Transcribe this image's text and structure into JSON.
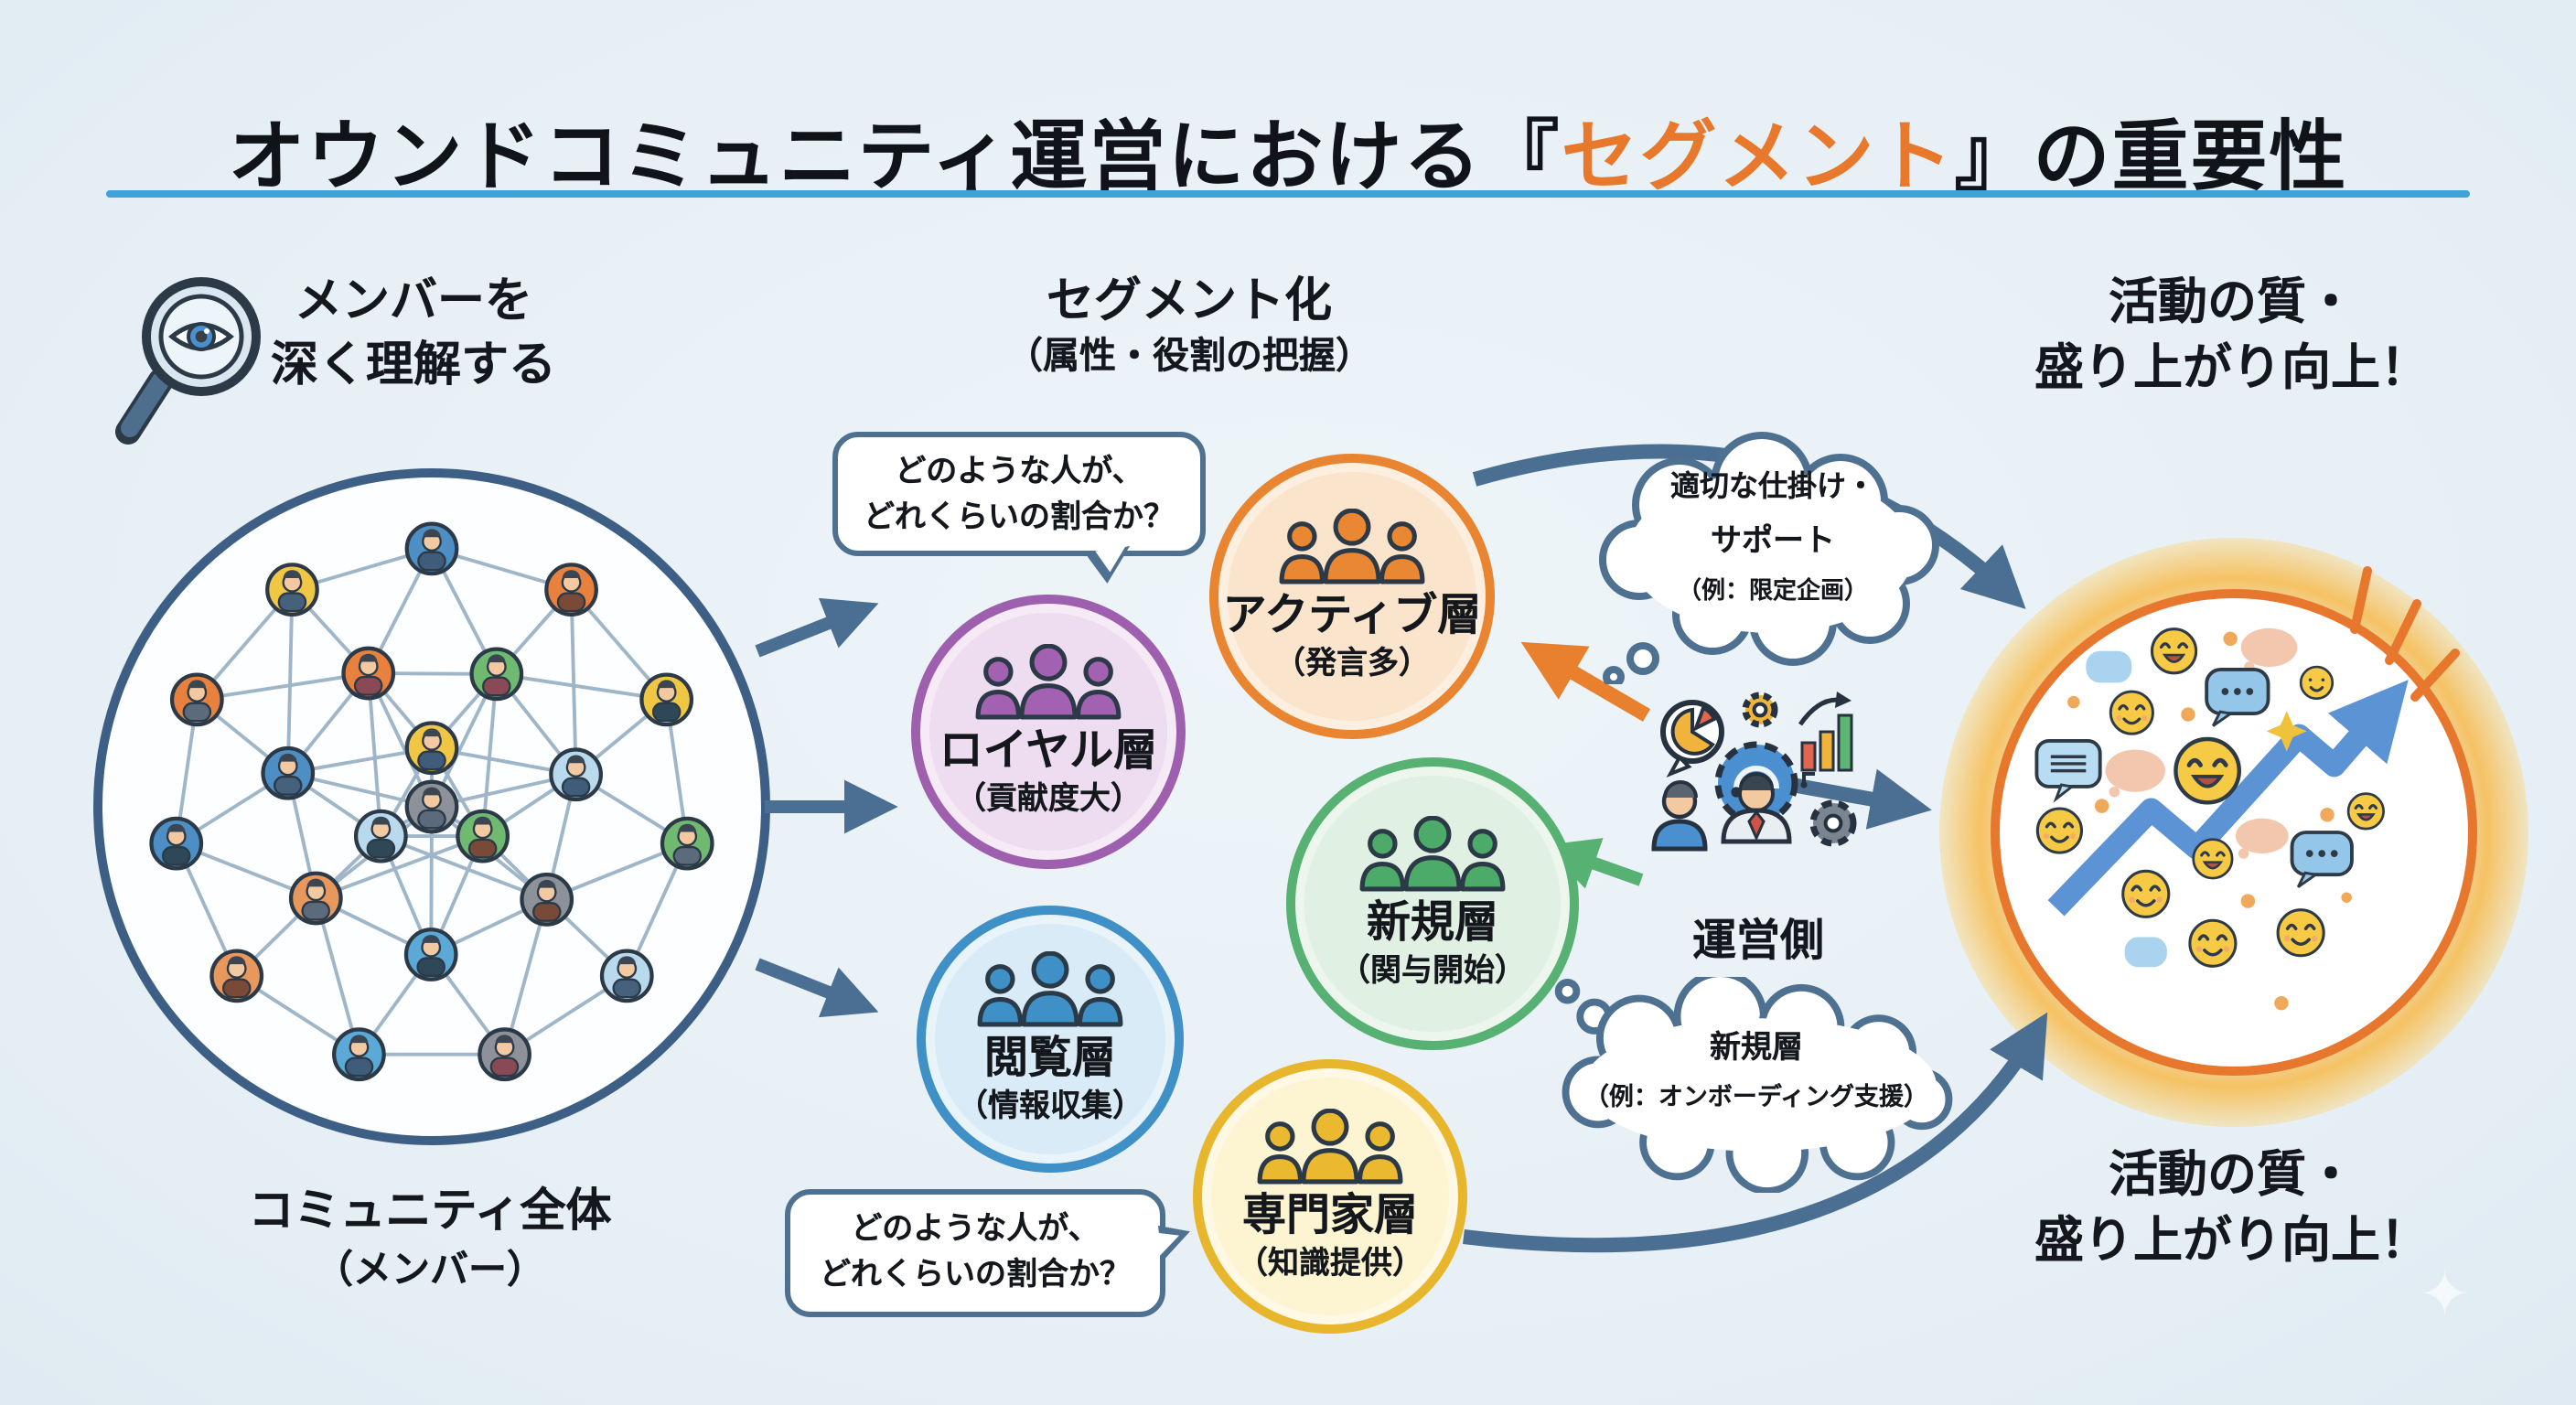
{
  "title": {
    "pre": "オウンドコミュニティ運営における",
    "bracket_open": "『",
    "highlight": "セグメント",
    "bracket_close": "』",
    "post": "の重要性",
    "highlight_color": "#e8792c"
  },
  "headers": {
    "left": {
      "line1": "メンバーを",
      "line2": "深く理解する"
    },
    "middle": {
      "line1": "セグメント化",
      "line2": "（属性・役割の把握）"
    },
    "right_top": {
      "line1": "活動の質・",
      "line2": "盛り上がり向上！"
    },
    "right_bottom": {
      "line1": "活動の質・",
      "line2": "盛り上がり向上！"
    }
  },
  "community": {
    "label_line1": "コミュニティ全体",
    "label_line2": "（メンバー）"
  },
  "question_bubble_top": {
    "line1": "どのような人が、",
    "line2": "どれくらいの割合か？"
  },
  "question_bubble_bottom": {
    "line1": "どのような人が、",
    "line2": "どれくらいの割合か？"
  },
  "segments": [
    {
      "name": "loyal",
      "label": "ロイヤル層",
      "sub": "（貢献度大）",
      "fill": "#eedcf0",
      "border": "#9d5fae",
      "icon_color": "#a262b1"
    },
    {
      "name": "active",
      "label": "アクティブ層",
      "sub": "（発言多）",
      "fill": "#fbe4cc",
      "border": "#e98430",
      "icon_color": "#ea8733"
    },
    {
      "name": "newcomer",
      "label": "新規層",
      "sub": "（関与開始）",
      "fill": "#e0f0e2",
      "border": "#56b172",
      "icon_color": "#4cab68"
    },
    {
      "name": "viewer",
      "label": "閲覧層",
      "sub": "（情報収集）",
      "fill": "#d9ebf7",
      "border": "#3e90c7",
      "icon_color": "#3e90c7"
    },
    {
      "name": "expert",
      "label": "専門家層",
      "sub": "（知識提供）",
      "fill": "#fdf4d2",
      "border": "#e7b62c",
      "icon_color": "#eab92f"
    }
  ],
  "operator": {
    "label": "運営側"
  },
  "cloud_top": {
    "line1": "適切な仕掛け・",
    "line2": "サポート",
    "line3": "（例：限定企画）"
  },
  "cloud_bottom": {
    "line1": "新規層",
    "line2": "（例：オンボーディング支援）"
  },
  "icons": {
    "magnifier": "magnifier-eye-icon",
    "operator_cluster": [
      "pie-chart-bubble-icon",
      "gear-icon",
      "growth-bar-chart-icon",
      "support-person-gear-icon",
      "person-icon"
    ],
    "community_circle": "member-avatar-network",
    "outcome_circle": [
      "smiley-face-icons",
      "speech-bubble-icons",
      "rising-trend-arrow-icon",
      "sparkle-icon"
    ]
  },
  "colors": {
    "background": "#e7f0f6",
    "accent_orange": "#e8792c",
    "steel_blue": "#4a6f92",
    "title_underline": "#3fa3da",
    "green_arrow": "#56b172",
    "outcome_border": "#e8772e",
    "outcome_glow": "#f8ba4a",
    "network_line": "#9fb6c9",
    "community_border": "#3e5f85"
  }
}
